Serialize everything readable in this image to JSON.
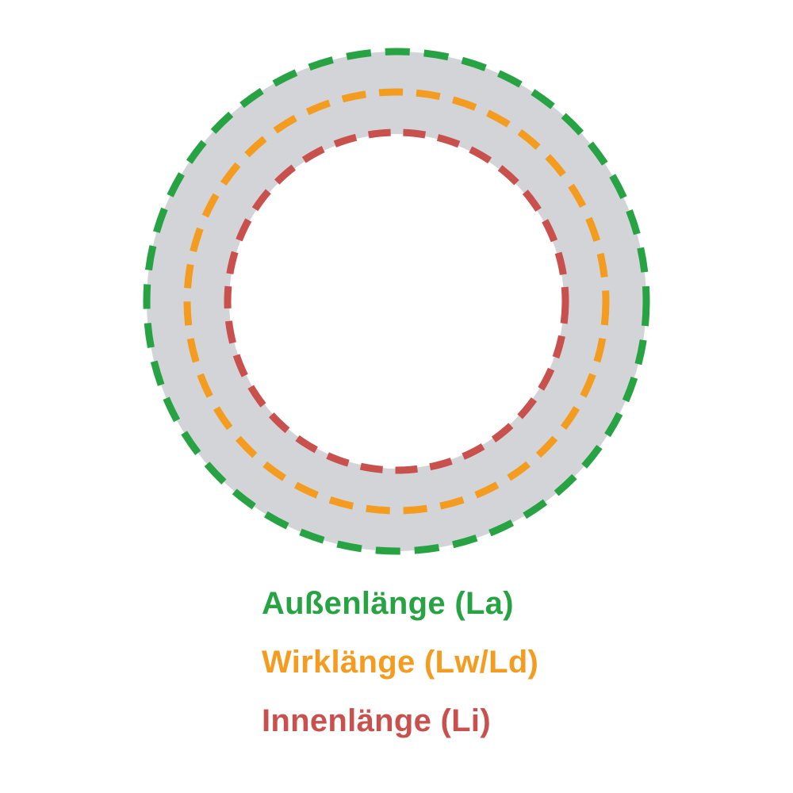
{
  "diagram": {
    "belt_color": "#d3d4d8",
    "rings": [
      {
        "id": "outer",
        "label": "Außenlänge (La)",
        "color": "#27a344"
      },
      {
        "id": "effective",
        "label": "Wirklänge (Lw/Ld)",
        "color": "#f49c20"
      },
      {
        "id": "inner",
        "label": "Innenlänge (Li)",
        "color": "#c9514d"
      }
    ]
  }
}
